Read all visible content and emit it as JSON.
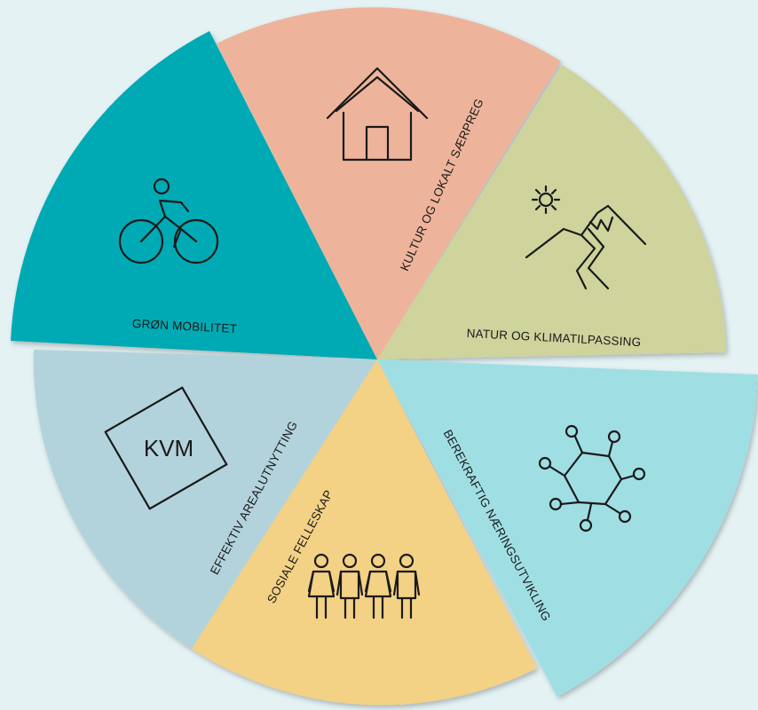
{
  "diagram": {
    "segments": [
      {
        "id": "gron-mobilitet",
        "label": "GRØN MOBILITET",
        "icon": "bicycle-icon",
        "color": "#00aab5"
      },
      {
        "id": "kultur",
        "label": "KULTUR OG LOKALT SÆRPREG",
        "icon": "house-icon",
        "color": "#eeb49b"
      },
      {
        "id": "natur",
        "label": "NATUR OG KLIMATILPASSING",
        "icon": "mountain-sun-icon",
        "color": "#cfd39c"
      },
      {
        "id": "naering",
        "label": "BEREKRAFTIG NÆRINGSUTVIKLING",
        "icon": "molecule-icon",
        "color": "#9fdfe4"
      },
      {
        "id": "sosiale",
        "label": "SOSIALE FELLESKAP",
        "icon": "people-icon",
        "color": "#f3d185"
      },
      {
        "id": "areal",
        "label": "EFFEKTIV AREALUTNYTTING",
        "icon": "kvm-square-icon",
        "color": "#b3d3dc",
        "icon_text": "KVM"
      }
    ]
  }
}
